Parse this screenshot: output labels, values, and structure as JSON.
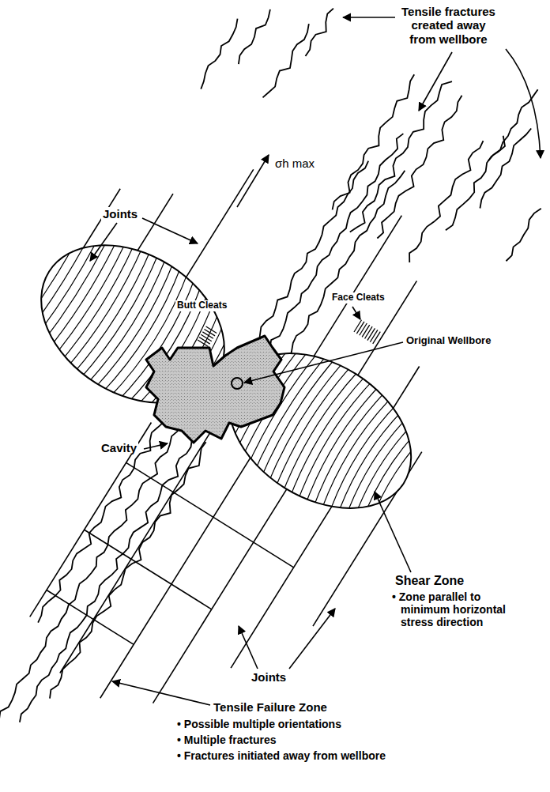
{
  "diagram": {
    "labels": [
      "Tensile fractures created away from wellbore",
      "Joints",
      "σh max",
      "Butt Cleats",
      "Face Cleats",
      "Original Wellbore",
      "Cavity",
      "Shear Zone",
      "• Zone parallel to minimum horizontal stress direction",
      "Joints",
      "Tensile Failure Zone",
      "• Possible multiple orientations",
      "• Multiple fractures",
      "• Fractures initiated away from wellbore"
    ]
  }
}
